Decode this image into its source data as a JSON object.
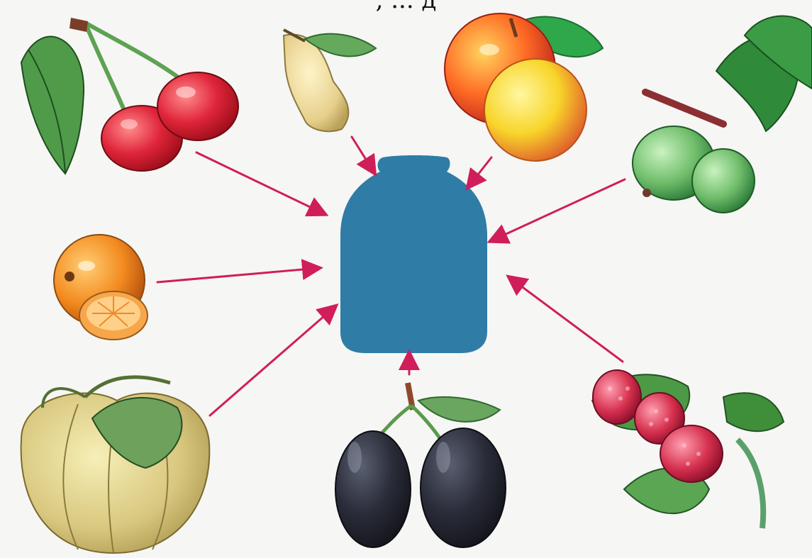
{
  "header": {
    "cut_text": ", ... д"
  },
  "center": {
    "label": "jar",
    "color": "#2f7ca7"
  },
  "arrow_color": "#d01e5a",
  "items": [
    {
      "name": "cherries"
    },
    {
      "name": "pear"
    },
    {
      "name": "apples"
    },
    {
      "name": "gooseberries"
    },
    {
      "name": "orange"
    },
    {
      "name": "pumpkin"
    },
    {
      "name": "plums"
    },
    {
      "name": "raspberries"
    }
  ]
}
